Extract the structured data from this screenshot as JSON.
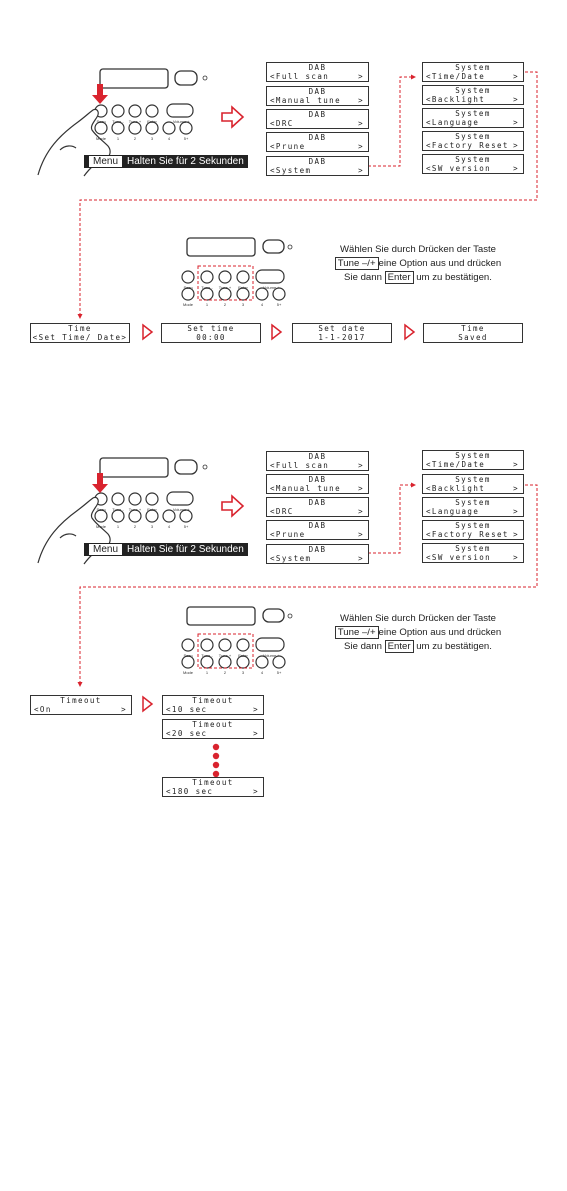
{
  "colors": {
    "accent": "#d9232e",
    "line": "#333333"
  },
  "press_note": {
    "key": "Menu",
    "text": "Halten Sie für 2 Sekunden"
  },
  "instruction": {
    "line1": "Wählen Sie durch Drücken der Taste",
    "key1": "Tune –/+",
    "line2_rest": "eine Option aus und drücken",
    "line3_pre": "Sie dann",
    "key2": "Enter",
    "line3_post": "um zu bestätigen."
  },
  "keypad": {
    "row1_labels": [
      "Scan",
      "Tune -",
      "Tune +",
      "Enter",
      "- Volume +"
    ],
    "row2_labels": [
      "Mode",
      "1",
      "2",
      "3",
      "4",
      "5+"
    ]
  },
  "section1": {
    "dab_menu": [
      {
        "title": "DAB",
        "item": "<Full scan",
        "arrow": ">"
      },
      {
        "title": "DAB",
        "item": "<Manual tune",
        "arrow": ">"
      },
      {
        "title": "DAB",
        "item": "<DRC",
        "arrow": ">"
      },
      {
        "title": "DAB",
        "item": "<Prune",
        "arrow": ">"
      },
      {
        "title": "DAB",
        "item": "<System",
        "arrow": ">"
      }
    ],
    "system_menu": [
      {
        "title": "System",
        "item": "<Time/Date",
        "arrow": ">"
      },
      {
        "title": "System",
        "item": "<Backlight",
        "arrow": ">"
      },
      {
        "title": "System",
        "item": "<Language",
        "arrow": ">"
      },
      {
        "title": "System",
        "item": "<Factory Reset",
        "arrow": ">"
      },
      {
        "title": "System",
        "item": "<SW version",
        "arrow": ">"
      }
    ],
    "steps": [
      {
        "title": "Time",
        "line2": "<Set Time/ Date>"
      },
      {
        "title": "Set time",
        "line2": "00:00"
      },
      {
        "title": "Set date",
        "line2": "1-1-2017"
      },
      {
        "title": "Time",
        "line2": "Saved"
      }
    ]
  },
  "section2": {
    "dab_menu": [
      {
        "title": "DAB",
        "item": "<Full scan",
        "arrow": ">"
      },
      {
        "title": "DAB",
        "item": "<Manual tune",
        "arrow": ">"
      },
      {
        "title": "DAB",
        "item": "<DRC",
        "arrow": ">"
      },
      {
        "title": "DAB",
        "item": "<Prune",
        "arrow": ">"
      },
      {
        "title": "DAB",
        "item": "<System",
        "arrow": ">"
      }
    ],
    "system_menu": [
      {
        "title": "System",
        "item": "<Time/Date",
        "arrow": ">"
      },
      {
        "title": "System",
        "item": "<Backlight",
        "arrow": ">"
      },
      {
        "title": "System",
        "item": "<Language",
        "arrow": ">"
      },
      {
        "title": "System",
        "item": "<Factory Reset",
        "arrow": ">"
      },
      {
        "title": "System",
        "item": "<SW version",
        "arrow": ">"
      }
    ],
    "timeout_first": {
      "title": "Timeout",
      "item": "<On",
      "arrow": ">"
    },
    "timeout_options": [
      {
        "title": "Timeout",
        "item": "<10 sec",
        "arrow": ">"
      },
      {
        "title": "Timeout",
        "item": "<20 sec",
        "arrow": ">"
      },
      {
        "title": "Timeout",
        "item": "<180 sec",
        "arrow": ">"
      }
    ]
  }
}
